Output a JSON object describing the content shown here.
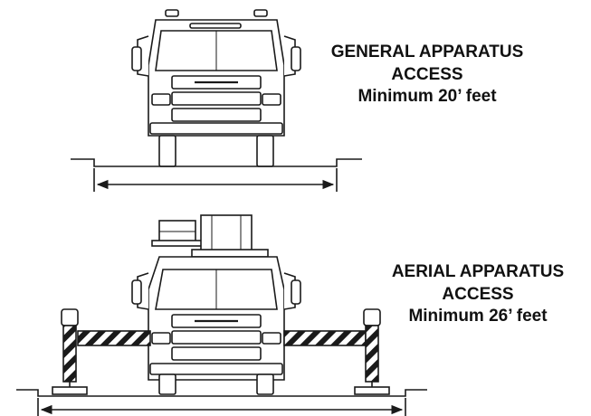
{
  "diagram": {
    "general": {
      "title_line1": "GENERAL APPARATUS",
      "title_line2": "ACCESS",
      "minimum": "Minimum 20’ feet"
    },
    "aerial": {
      "title_line1": "AERIAL APPARATUS",
      "title_line2": "ACCESS",
      "minimum": "Minimum 26’ feet"
    },
    "colors": {
      "line": "#1a1a1a",
      "text": "#111111",
      "fill": "#ffffff"
    }
  }
}
